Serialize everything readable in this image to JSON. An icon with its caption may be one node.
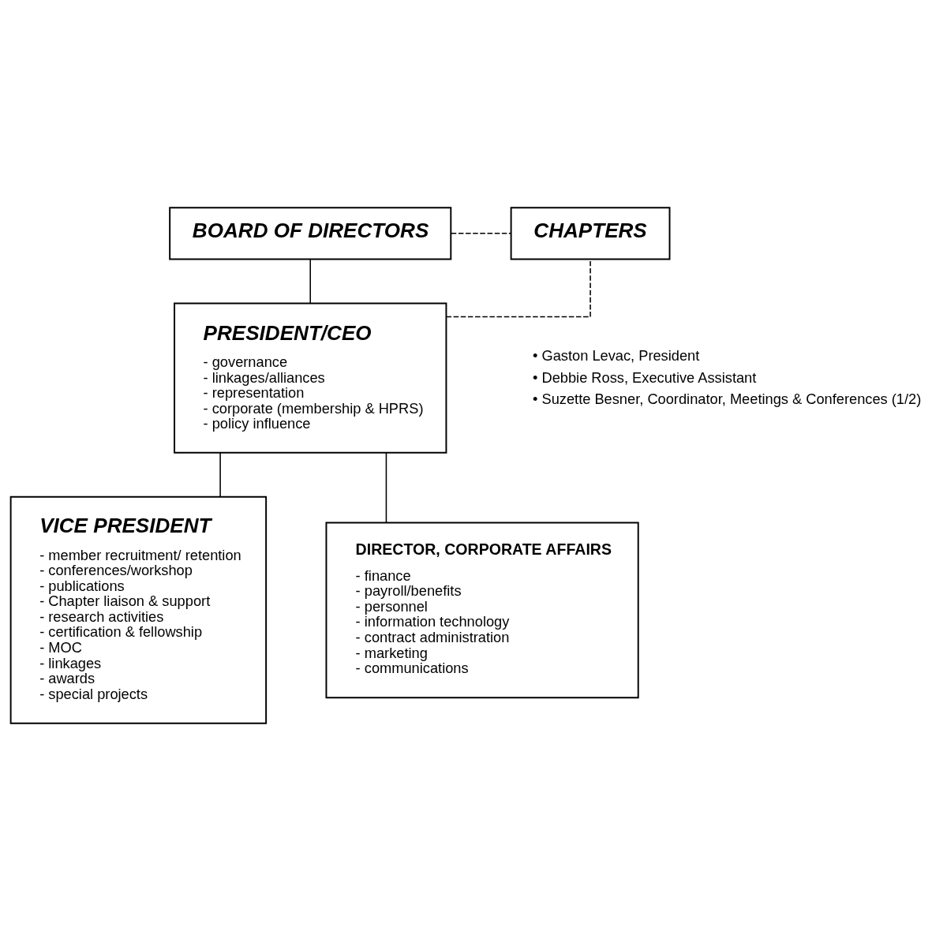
{
  "diagram": {
    "nodes": [
      {
        "text": [
          "BOARD OF DIRECTORS"
        ]
      },
      {
        "text": [
          "CHAPTERS"
        ]
      },
      {
        "text": [
          "PRESIDENT/CEO",
          "- governance",
          "- linkages/alliances",
          "- representation",
          "- corporate (membership & HPRS)",
          "- policy influence"
        ],
        "beside": [
          "• Gaston Levac, President",
          "• Debbie Ross, Executive Assistant",
          "• Suzette Besner, Coordinator, Meetings & Conferences (1/2)"
        ]
      },
      {
        "text": [
          "VICE PRESIDENT",
          "- member recruitment/ retention",
          "- conferences/workshop",
          "- publications",
          "- Chapter liaison & support",
          "- research activities",
          "- certification & fellowship",
          "- MOC",
          "- linkages",
          "- awards",
          "- special projects"
        ]
      },
      {
        "text": [
          "DIRECTOR, CORPORATE AFFAIRS",
          "- finance",
          "- payroll/benefits",
          "- personnel",
          "- information technology",
          "- contract administration",
          "- marketing",
          "- communications"
        ]
      }
    ],
    "edges": [
      {
        "from": 0,
        "to": 2,
        "arrow": "none"
      },
      {
        "from": 0,
        "to": 1,
        "arrow": "none",
        "style": "dashed"
      },
      {
        "from": 2,
        "to": 1,
        "arrow": "none",
        "style": "dashed"
      },
      {
        "from": 2,
        "to": 3,
        "arrow": "none"
      },
      {
        "from": 2,
        "to": 4,
        "arrow": "none"
      }
    ]
  }
}
